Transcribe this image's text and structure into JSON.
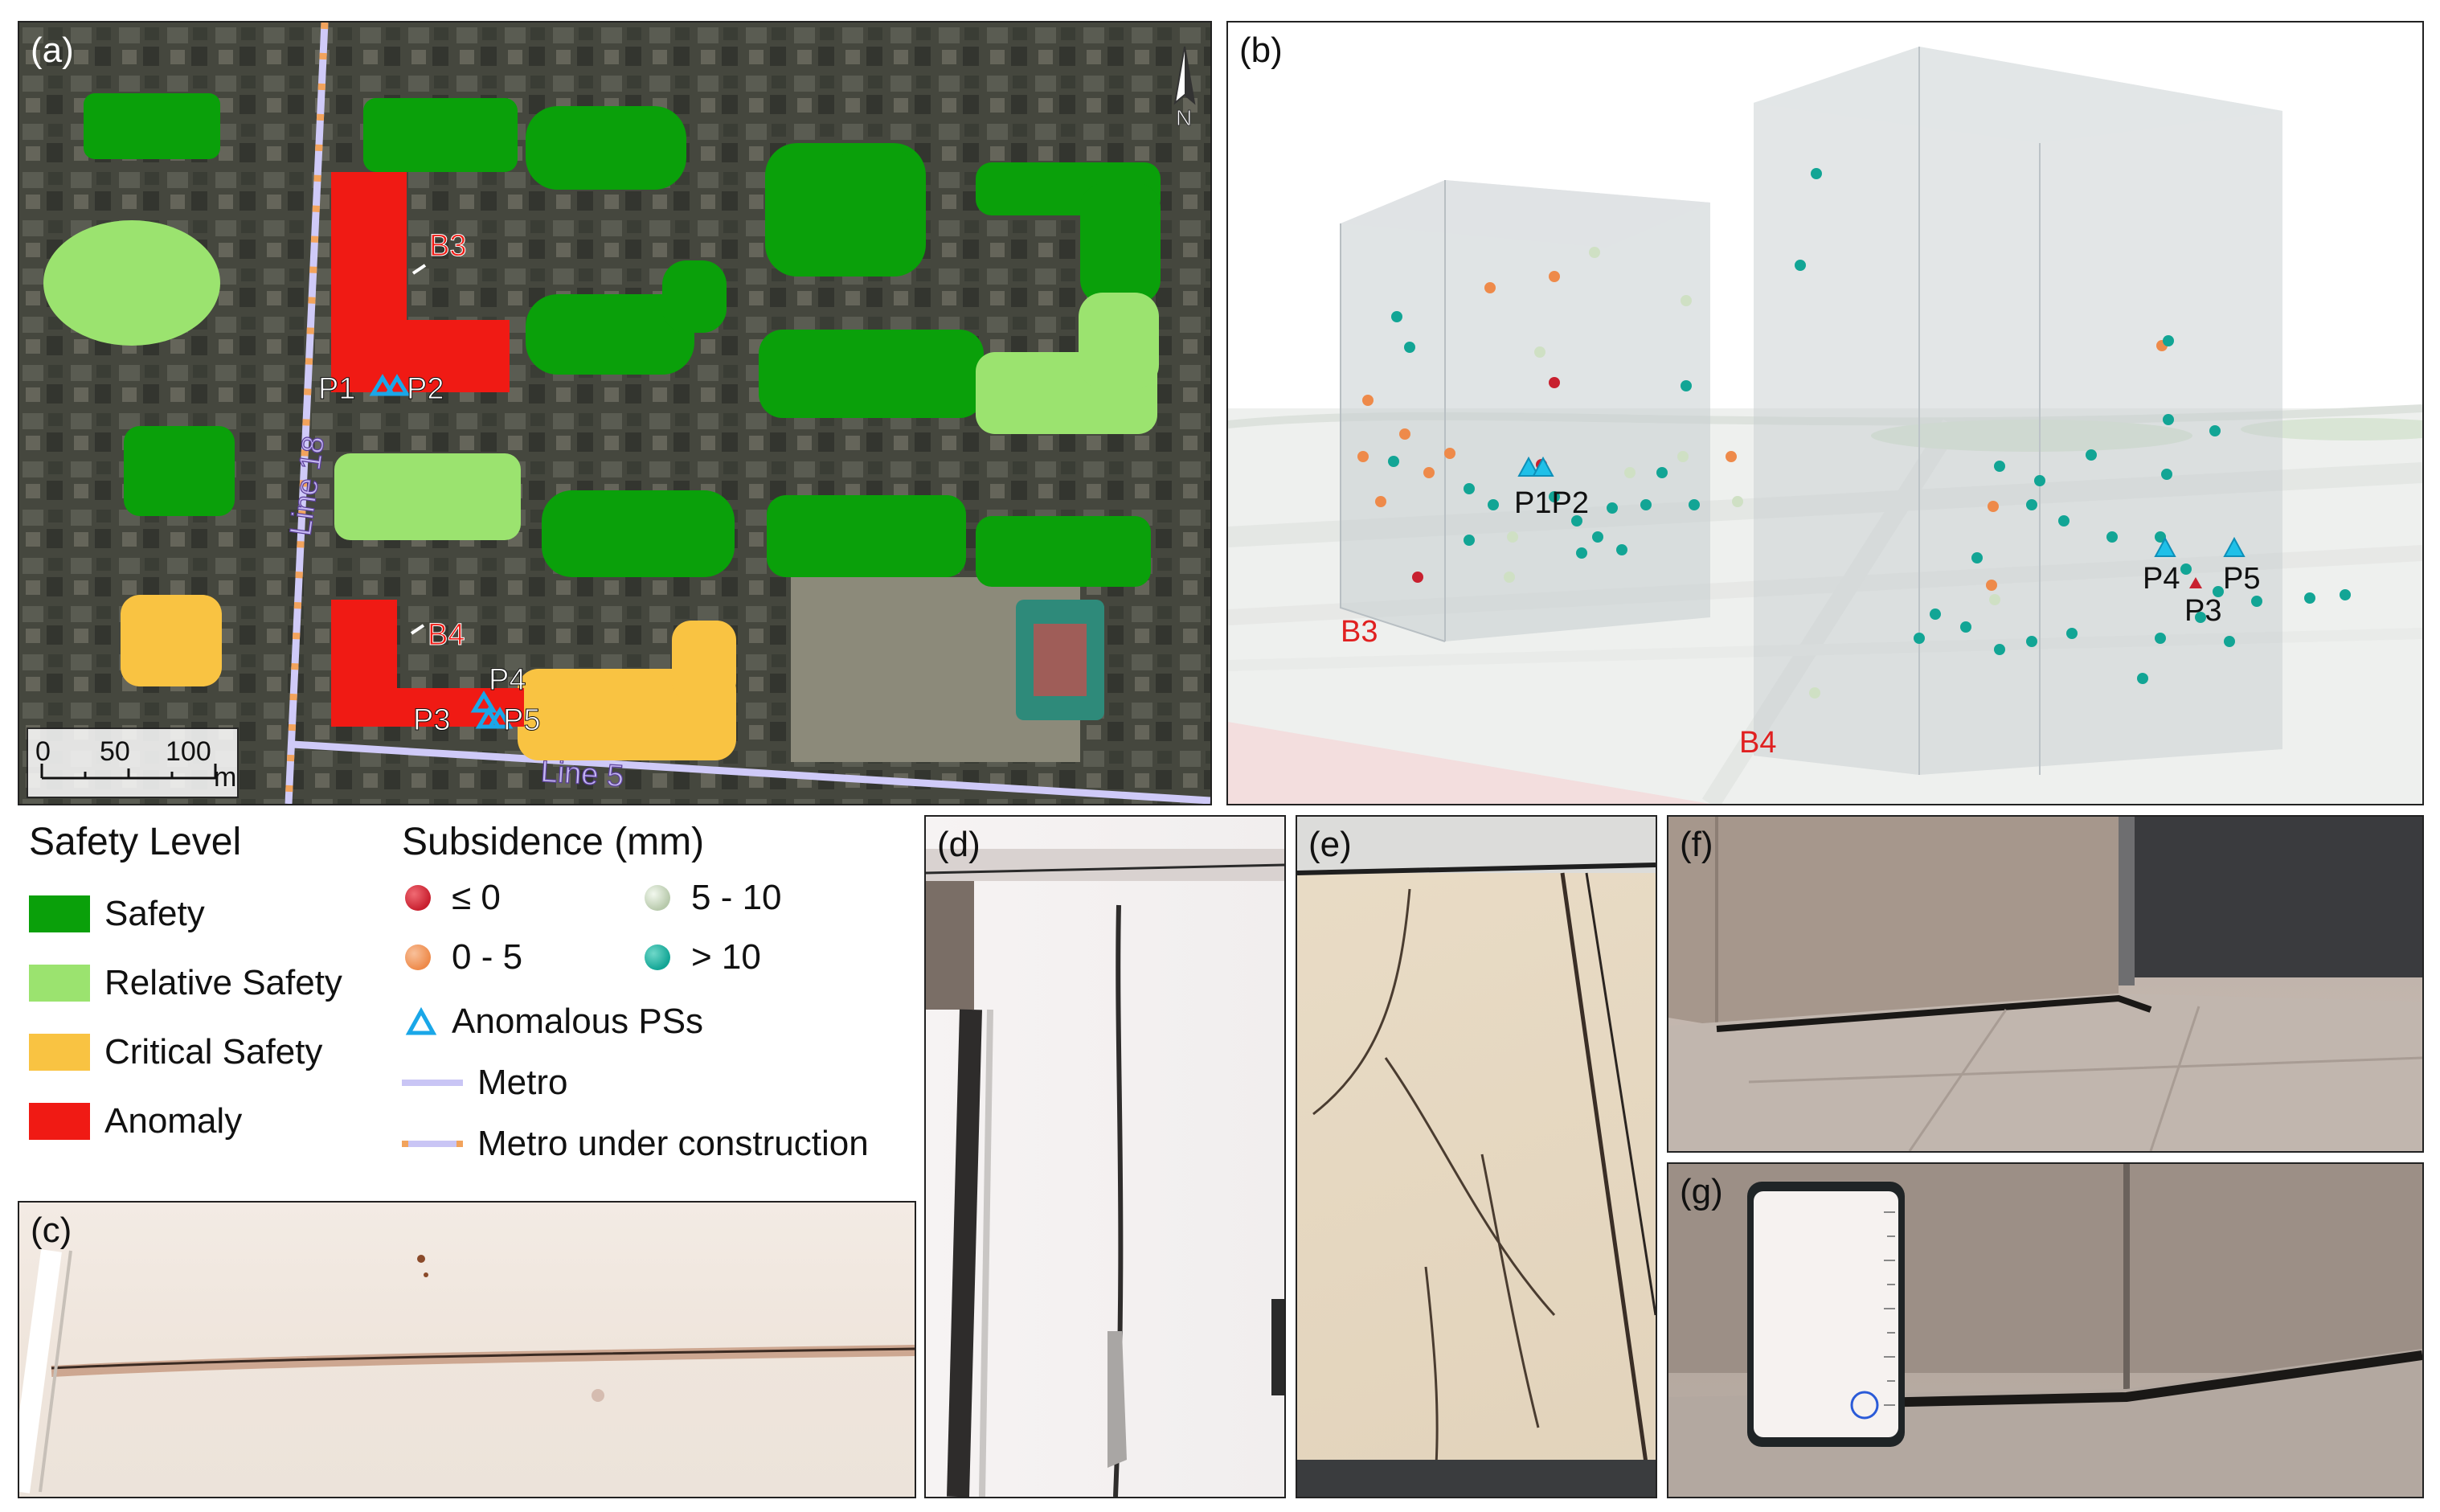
{
  "panel_labels": {
    "a": "(a)",
    "b": "(b)",
    "c": "(c)",
    "d": "(d)",
    "e": "(e)",
    "f": "(f)",
    "g": "(g)"
  },
  "map": {
    "north": "N",
    "building_labels": {
      "b3": "B3",
      "b4": "B4"
    },
    "point_labels": {
      "p1": "P1",
      "p2": "P2",
      "p3": "P3",
      "p4": "P4",
      "p5": "P5"
    },
    "metro_labels": {
      "line18": "Line 18",
      "line5": "Line 5"
    },
    "scalebar": {
      "t0": "0",
      "t1": "50",
      "t2": "100",
      "unit": "m"
    }
  },
  "view3d": {
    "building_labels": {
      "b3": "B3",
      "b4": "B4"
    },
    "point_labels": {
      "p1p2": "P1P2",
      "p3": "P3",
      "p4": "P4",
      "p5": "P5"
    }
  },
  "legend": {
    "safety_title": "Safety Level",
    "safety_items": [
      {
        "label": "Safety",
        "color": "#0aa00a"
      },
      {
        "label": "Relative Safety",
        "color": "#9be36f"
      },
      {
        "label": "Critical Safety",
        "color": "#f9c342"
      },
      {
        "label": "Anomaly",
        "color": "#f01a14"
      }
    ],
    "subsidence_title": "Subsidence (mm)",
    "subsidence_items": [
      {
        "label": "≤ 0",
        "color": "#c8202f"
      },
      {
        "label": "0 - 5",
        "color": "#ee8a4a"
      },
      {
        "label": "5 - 10",
        "color": "#cfe0c4"
      },
      {
        "label": "> 10",
        "color": "#12a595"
      }
    ],
    "anomalous_label": "Anomalous PSs",
    "metro_label": "Metro",
    "metro_construction_label": "Metro under construction",
    "anomalous_color": "#1aa7e8",
    "metro_color": "#c9c5f5",
    "construction_color": "#f2a35c"
  }
}
